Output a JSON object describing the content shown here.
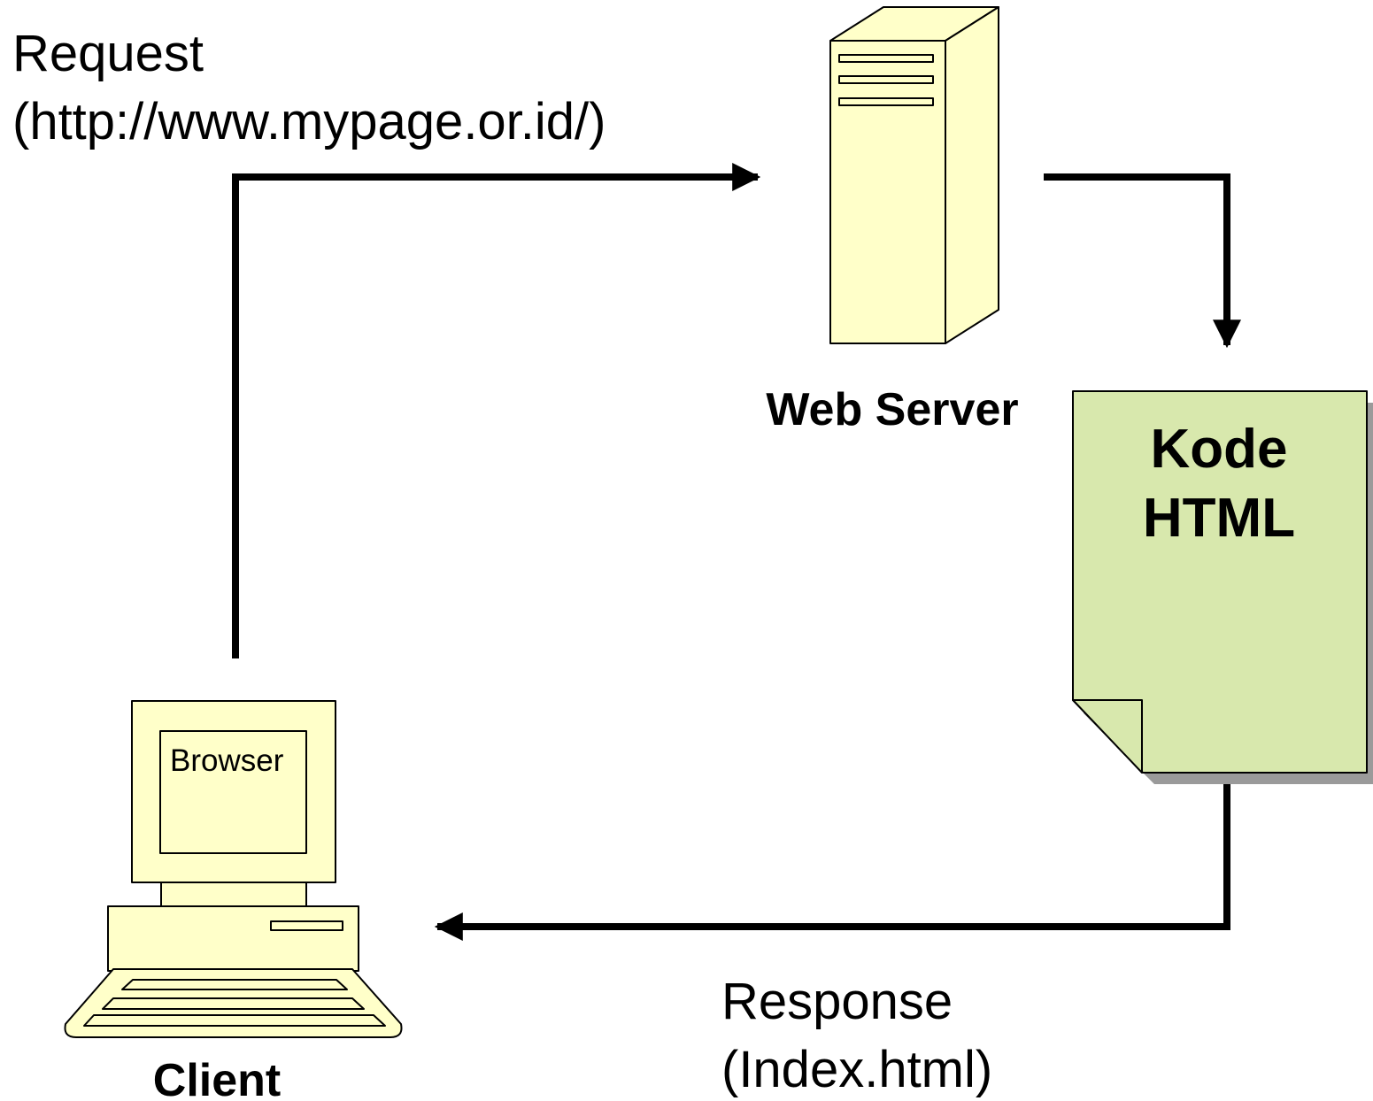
{
  "request": {
    "title": "Request",
    "url": "(http://www.mypage.or.id/)"
  },
  "response": {
    "title": "Response",
    "file": "(Index.html)"
  },
  "web_server": {
    "label": "Web Server",
    "icon": "server-tower-icon"
  },
  "document": {
    "line1": "Kode",
    "line2": "HTML",
    "icon": "document-icon"
  },
  "client": {
    "label": "Client",
    "screen_label": "Browser",
    "icon": "computer-icon"
  },
  "colors": {
    "device_fill": "#ffffc9",
    "document_fill": "#d8e8ad",
    "document_shadow": "#9a9a9a",
    "stroke": "#000000"
  }
}
